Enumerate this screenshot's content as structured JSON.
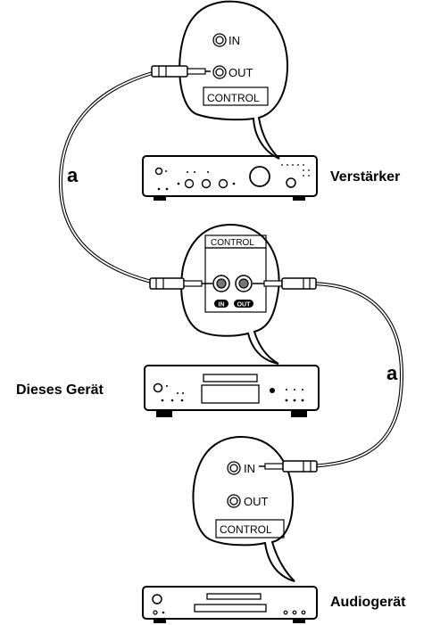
{
  "labels": {
    "amplifier": "Verstärker",
    "this_unit": "Dieses Gerät",
    "audio_device": "Audiogerät",
    "cable_top": "a",
    "cable_bottom": "a"
  },
  "amplifier_bubble": {
    "in": "IN",
    "out": "OUT",
    "title": "CONTROL"
  },
  "unit_bubble": {
    "title": "CONTROL",
    "in_badge": "IN",
    "out_badge": "OUT"
  },
  "audio_bubble": {
    "in": "IN",
    "out": "OUT",
    "title": "CONTROL"
  }
}
